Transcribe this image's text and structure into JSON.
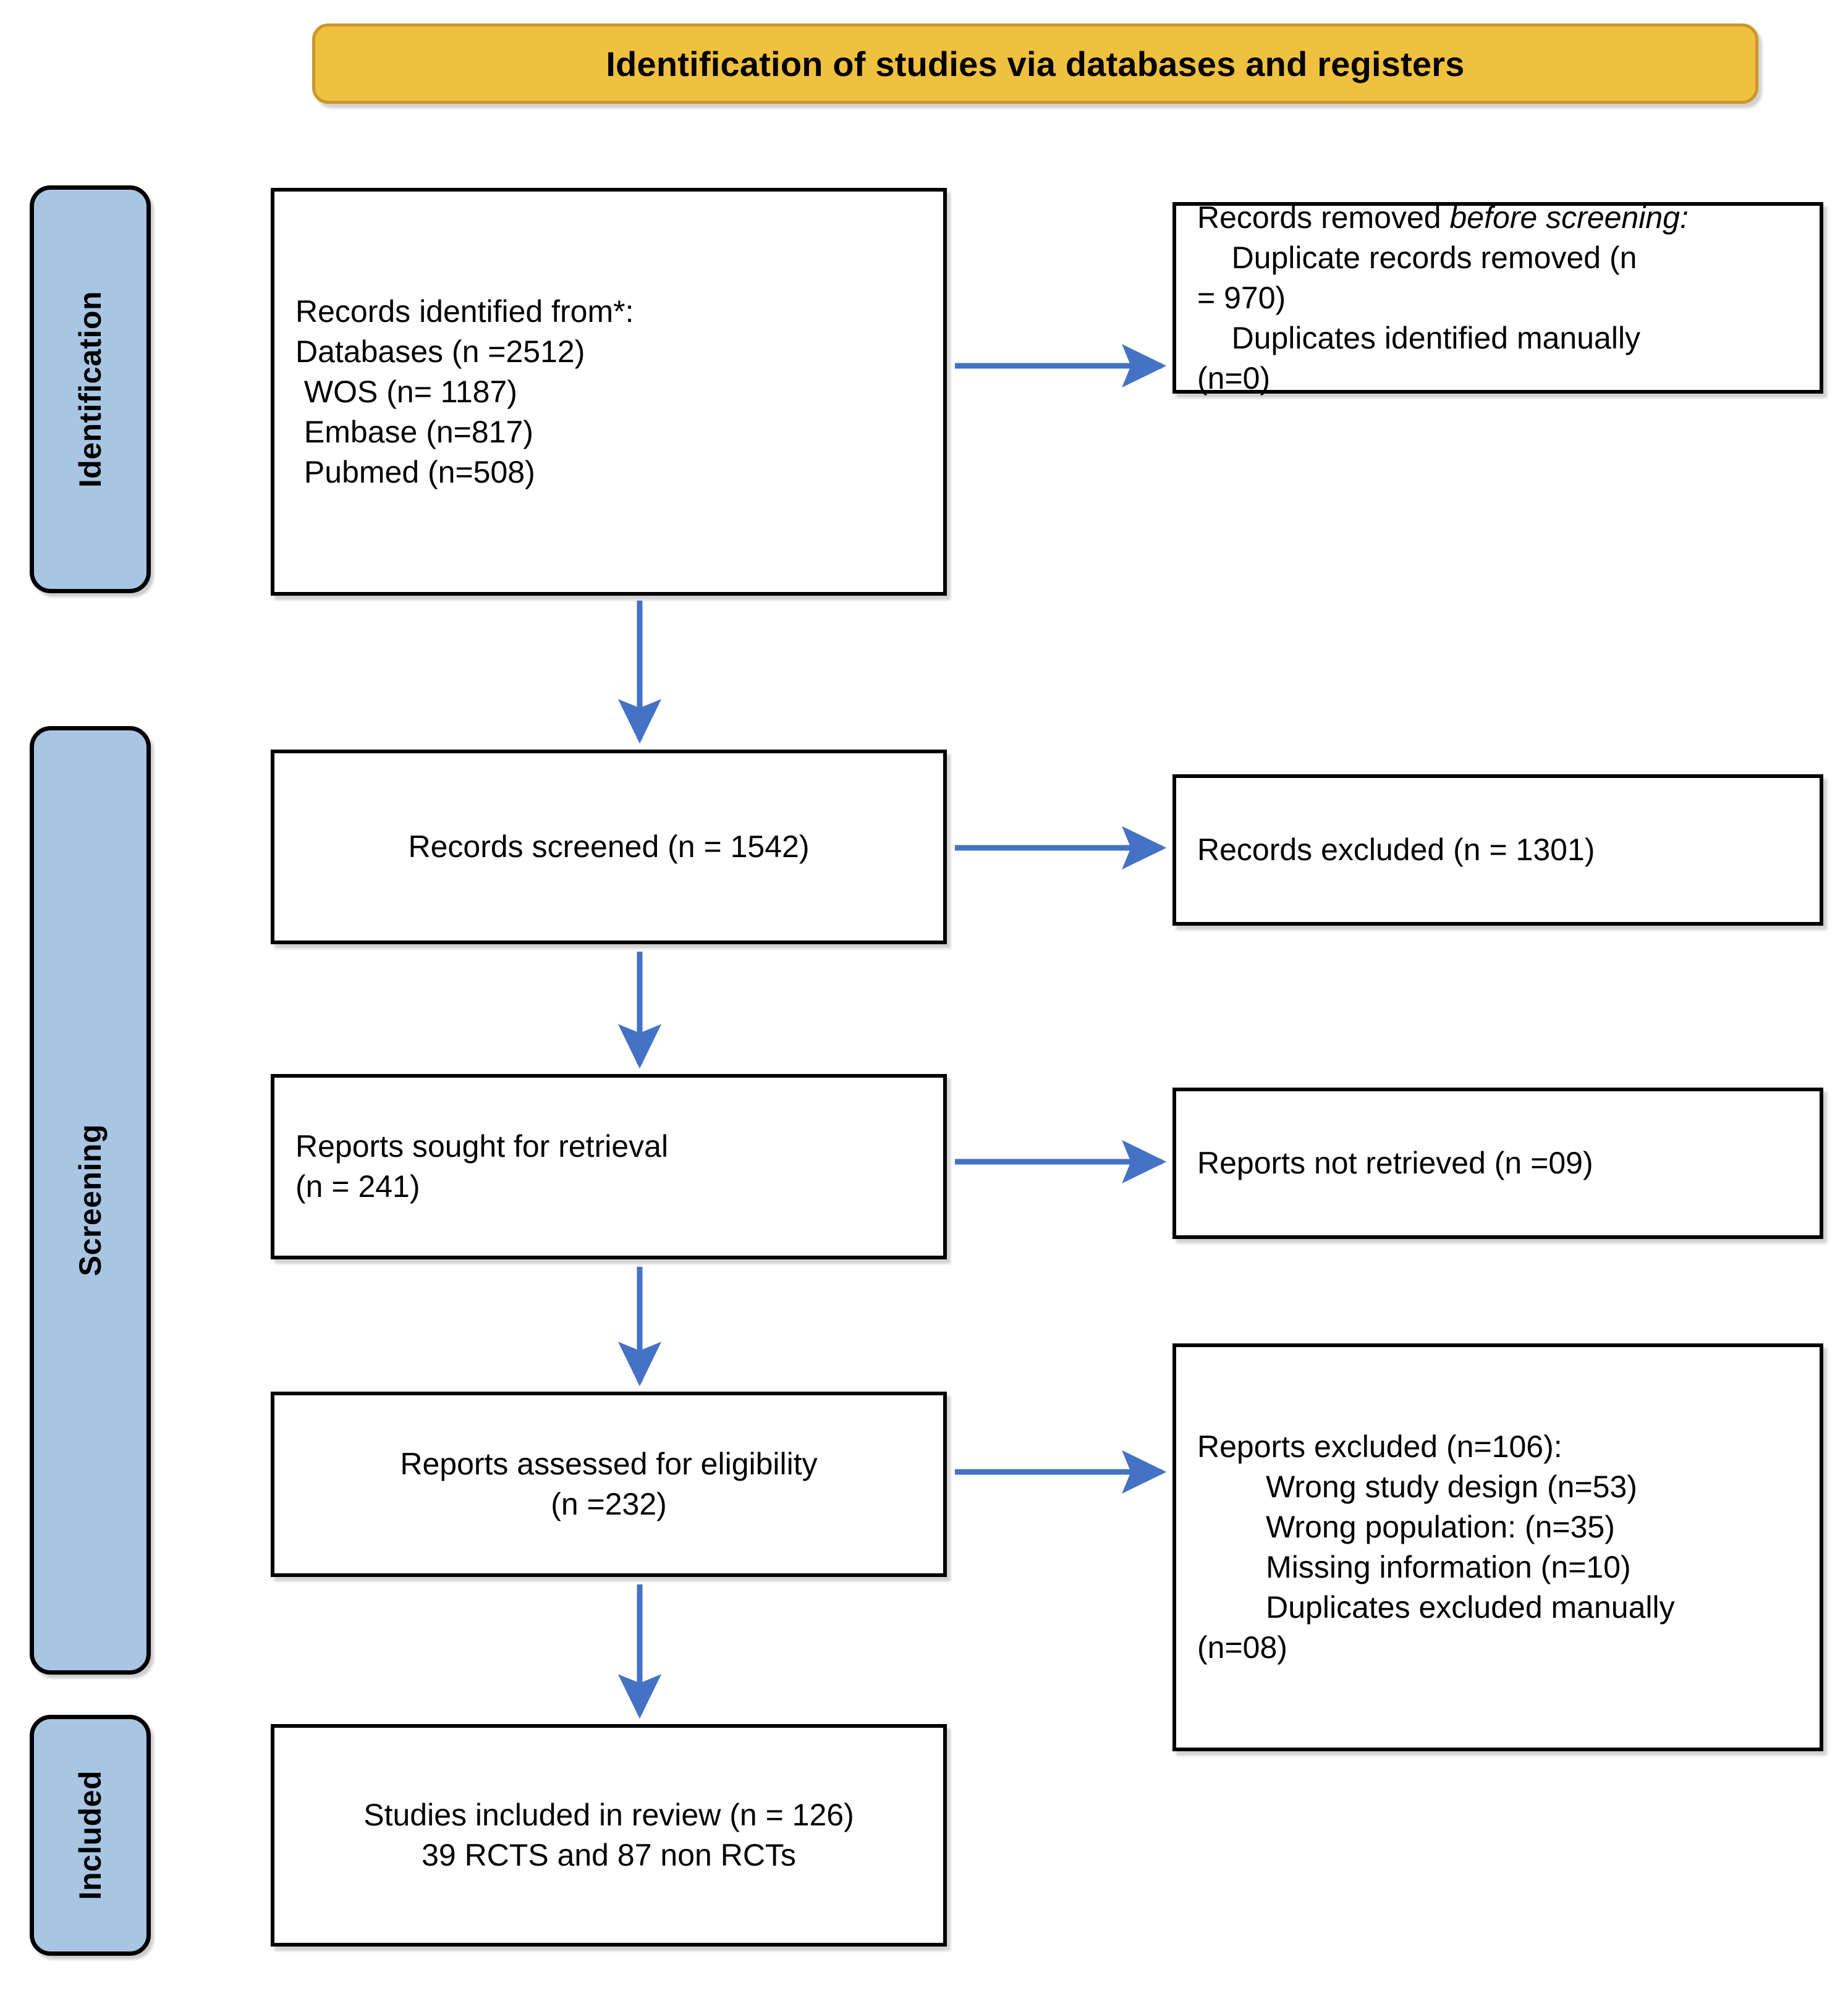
{
  "banner": {
    "title": "Identification of studies via databases and registers"
  },
  "colors": {
    "banner_fill": "#F0C13F",
    "banner_border": "#C9972B",
    "stage_fill": "#A8C6E3",
    "stage_border": "#000000",
    "box_border": "#000000",
    "arrow": "#4472C4",
    "text": "#000000"
  },
  "stages": [
    {
      "id": "identification",
      "label": "Identification"
    },
    {
      "id": "screening",
      "label": "Screening"
    },
    {
      "id": "included",
      "label": "Included"
    }
  ],
  "boxes": {
    "identified": {
      "lines": [
        "Records identified from*:",
        "Databases (n =2512)",
        " WOS (n= 1187)",
        " Embase (n=817)",
        " Pubmed (n=508)"
      ],
      "text": "Records identified from*:\nDatabases (n =2512)\n WOS (n= 1187)\n Embase (n=817)\n Pubmed (n=508)"
    },
    "removed": {
      "heading_plain": "Records removed ",
      "heading_italic": "before screening",
      "heading_colon": ":",
      "body": "    Duplicate records removed (n\n= 970)\n    Duplicates identified manually\n(n=0)"
    },
    "screened": {
      "text": "Records screened (n = 1542)"
    },
    "records_excluded": {
      "text": "Records excluded (n = 1301)"
    },
    "sought": {
      "text": "Reports sought for retrieval\n(n = 241)"
    },
    "not_retrieved": {
      "text": "Reports not retrieved (n =09)"
    },
    "assessed": {
      "text": "Reports assessed for eligibility\n(n =232)"
    },
    "reports_excluded": {
      "text": "Reports excluded (n=106):\n        Wrong study design (n=53)\n        Wrong population: (n=35)\n        Missing information (n=10)\n        Duplicates excluded manually\n(n=08)"
    },
    "included": {
      "text": "Studies included in review (n = 126)\n39 RCTS and 87 non RCTs"
    }
  },
  "chart_data": {
    "type": "flowchart",
    "title": "Identification of studies via databases and registers",
    "nodes": [
      {
        "id": "identified",
        "stage": "Identification",
        "column": "left",
        "label": "Records identified from*: Databases (n =2512), WOS (n= 1187), Embase (n=817), Pubmed (n=508)",
        "n": 2512
      },
      {
        "id": "removed",
        "stage": "Identification",
        "column": "right",
        "label": "Records removed before screening: Duplicate records removed (n = 970); Duplicates identified manually (n=0)",
        "n": 970
      },
      {
        "id": "screened",
        "stage": "Screening",
        "column": "left",
        "label": "Records screened (n = 1542)",
        "n": 1542
      },
      {
        "id": "records_excluded",
        "stage": "Screening",
        "column": "right",
        "label": "Records excluded (n = 1301)",
        "n": 1301
      },
      {
        "id": "sought",
        "stage": "Screening",
        "column": "left",
        "label": "Reports sought for retrieval (n = 241)",
        "n": 241
      },
      {
        "id": "not_retrieved",
        "stage": "Screening",
        "column": "right",
        "label": "Reports not retrieved (n =09)",
        "n": 9
      },
      {
        "id": "assessed",
        "stage": "Screening",
        "column": "left",
        "label": "Reports assessed for eligibility (n =232)",
        "n": 232
      },
      {
        "id": "reports_excluded",
        "stage": "Screening",
        "column": "right",
        "label": "Reports excluded (n=106)",
        "n": 106
      },
      {
        "id": "included",
        "stage": "Included",
        "column": "left",
        "label": "Studies included in review (n = 126); 39 RCTS and 87 non RCTs",
        "n": 126
      }
    ],
    "edges": [
      {
        "from": "identified",
        "to": "removed",
        "direction": "right"
      },
      {
        "from": "identified",
        "to": "screened",
        "direction": "down"
      },
      {
        "from": "screened",
        "to": "records_excluded",
        "direction": "right"
      },
      {
        "from": "screened",
        "to": "sought",
        "direction": "down"
      },
      {
        "from": "sought",
        "to": "not_retrieved",
        "direction": "right"
      },
      {
        "from": "sought",
        "to": "assessed",
        "direction": "down"
      },
      {
        "from": "assessed",
        "to": "reports_excluded",
        "direction": "right"
      },
      {
        "from": "assessed",
        "to": "included",
        "direction": "down"
      }
    ],
    "exclusion_breakdown": {
      "total": 106,
      "reasons": [
        {
          "reason": "Wrong study design",
          "n": 53
        },
        {
          "reason": "Wrong population:",
          "n": 35
        },
        {
          "reason": "Missing information",
          "n": 10
        },
        {
          "reason": "Duplicates excluded manually",
          "n": 8
        }
      ]
    },
    "database_breakdown": {
      "total": 2512,
      "sources": [
        {
          "source": "WOS",
          "n": 1187
        },
        {
          "source": "Embase",
          "n": 817
        },
        {
          "source": "Pubmed",
          "n": 508
        }
      ]
    },
    "included_breakdown": {
      "total": 126,
      "rcts": 39,
      "non_rcts": 87
    }
  }
}
